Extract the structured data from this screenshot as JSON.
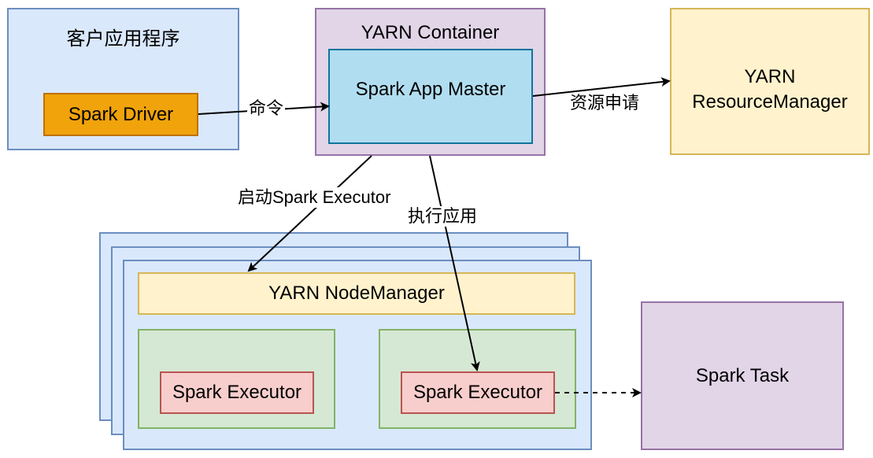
{
  "client": {
    "title": "客户应用程序",
    "driver": "Spark Driver"
  },
  "container": {
    "title": "YARN Container",
    "app_master": "Spark App Master"
  },
  "resource_manager": {
    "line1": "YARN",
    "line2": "ResourceManager"
  },
  "node": {
    "node_manager": "YARN NodeManager",
    "executor_left": "Spark Executor",
    "executor_right": "Spark Executor"
  },
  "task": {
    "label": "Spark Task"
  },
  "edges": {
    "command": "命令",
    "resource_request": "资源申请",
    "launch_executor": "启动Spark Executor",
    "run_app": "执行应用"
  }
}
